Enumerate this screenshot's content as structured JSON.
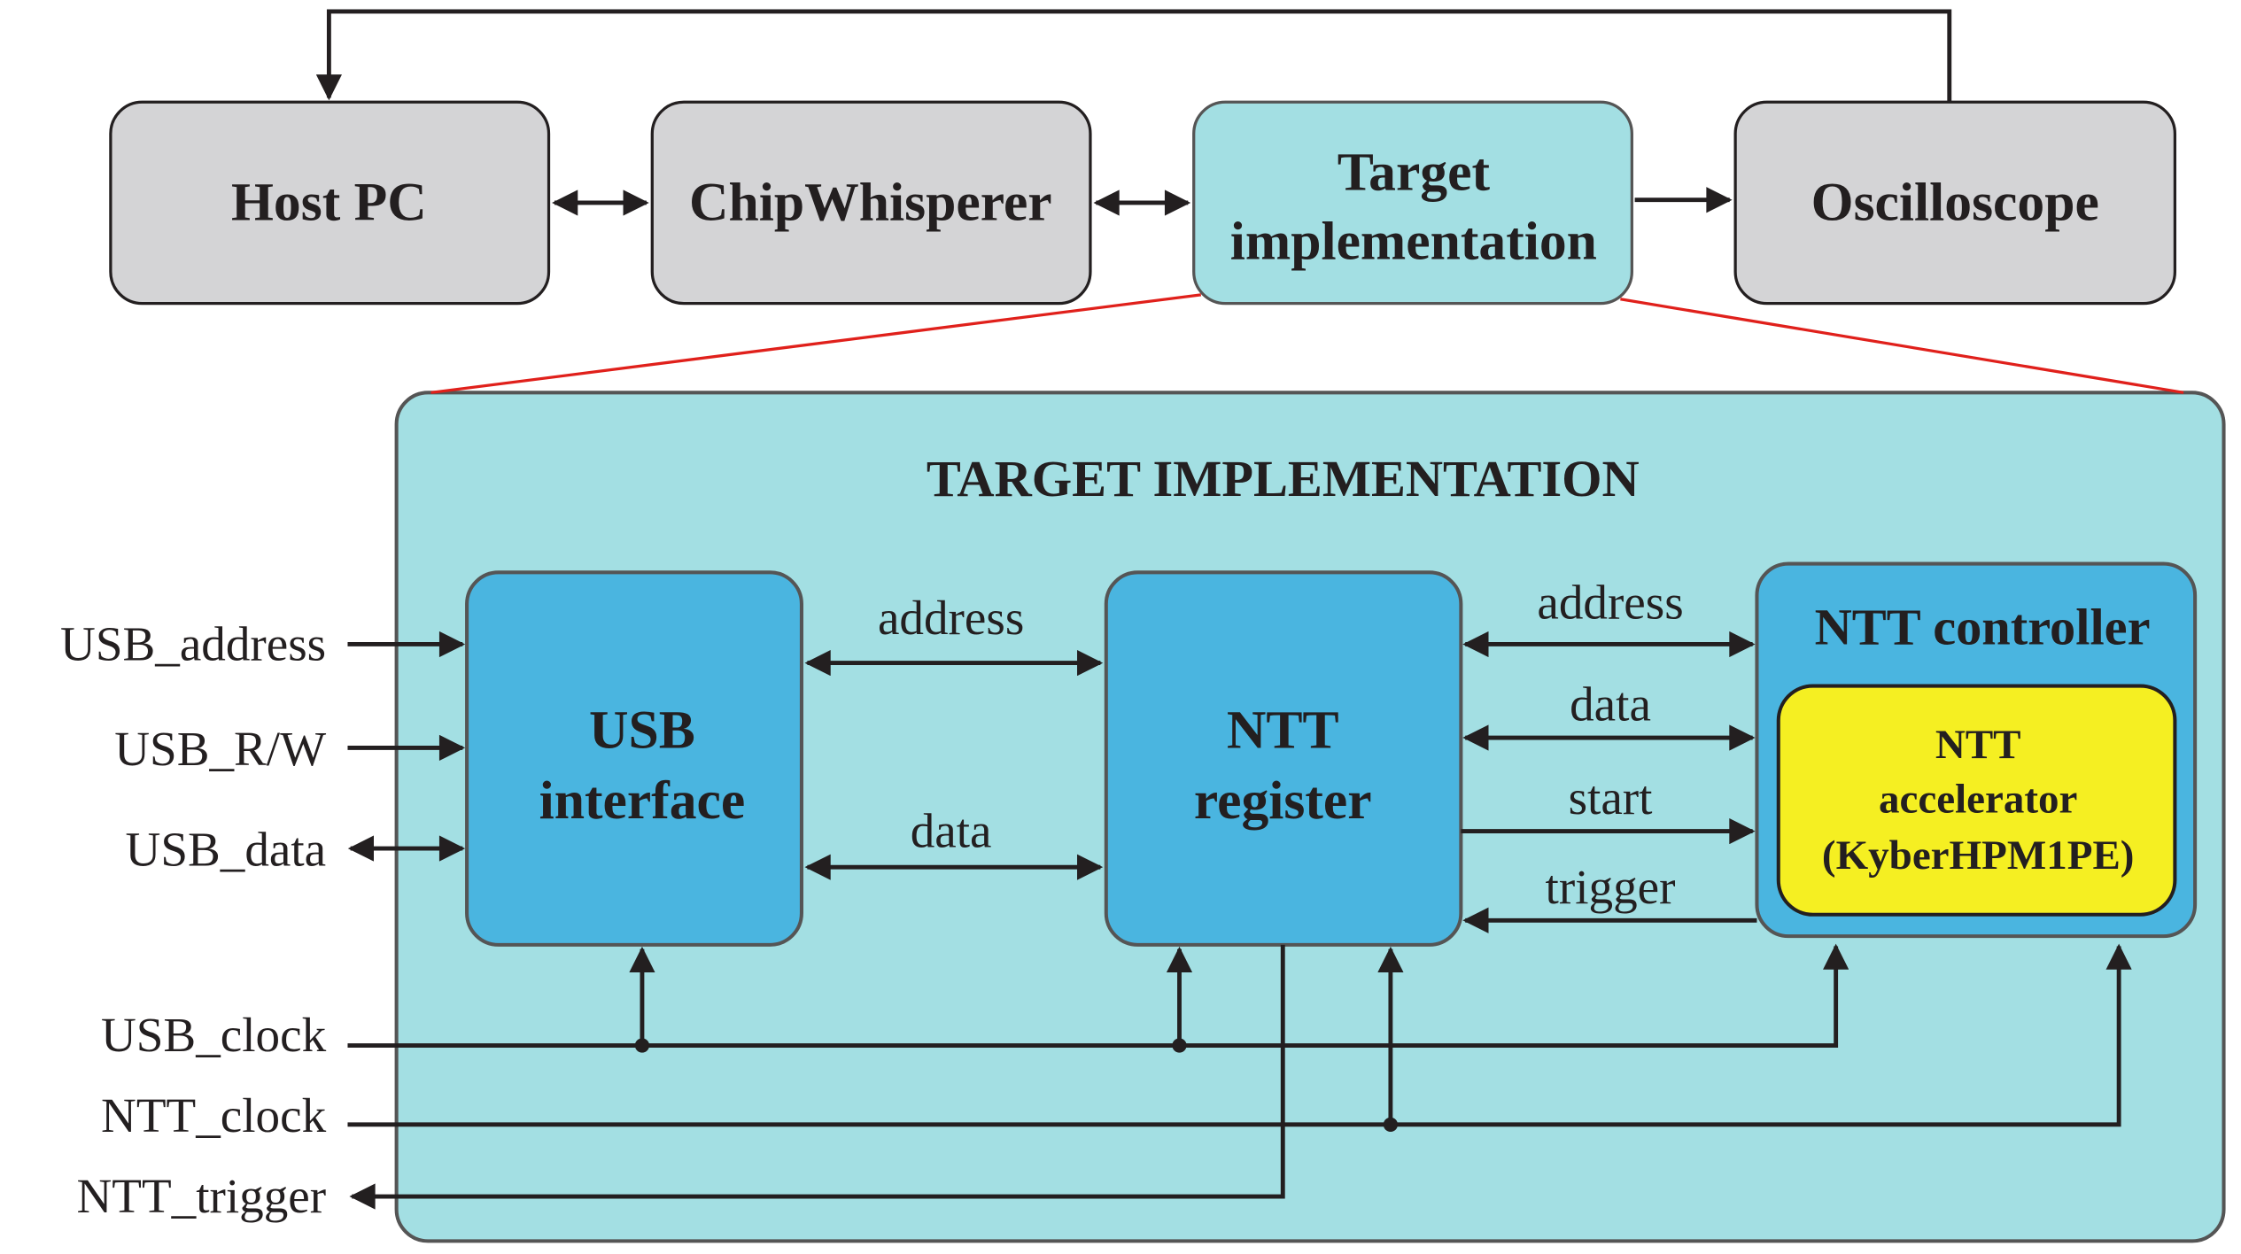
{
  "top_row": {
    "host_pc": "Host PC",
    "chipwhisperer": "ChipWhisperer",
    "target_line1": "Target",
    "target_line2": "implementation",
    "oscilloscope": "Oscilloscope"
  },
  "target_panel": {
    "title": "TARGET IMPLEMENTATION",
    "usb_interface": {
      "line1": "USB",
      "line2": "interface"
    },
    "ntt_register": {
      "line1": "NTT",
      "line2": "register"
    },
    "ntt_controller": {
      "title": "NTT controller"
    },
    "ntt_accelerator": {
      "line1": "NTT",
      "line2": "accelerator",
      "line3": "(KyberHPM1PE)"
    },
    "usb_to_register": {
      "address": "address",
      "data": "data"
    },
    "register_to_controller": {
      "address": "address",
      "data": "data",
      "start": "start",
      "trigger": "trigger"
    }
  },
  "external_signals": {
    "usb_address": "USB_address",
    "usb_rw": "USB_R/W",
    "usb_data": "USB_data",
    "usb_clock": "USB_clock",
    "ntt_clock": "NTT_clock",
    "ntt_trigger": "NTT_trigger"
  },
  "colors": {
    "gray_box": "#d4d4d6",
    "target_fill": "#a3dfe3",
    "block_blue": "#4ab5e0",
    "accelerator_yellow": "#f5ef22",
    "zoom_lines": "#e0201b"
  }
}
